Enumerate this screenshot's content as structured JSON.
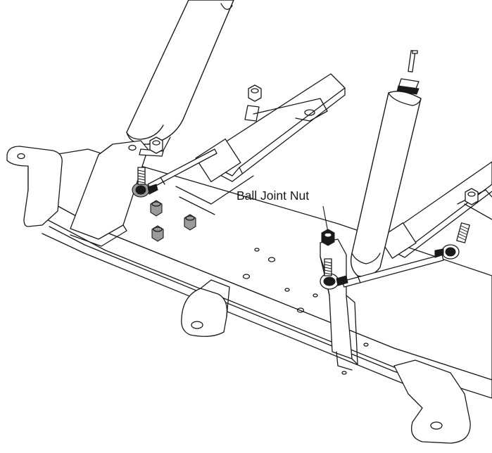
{
  "diagram": {
    "callout_label": "Ball Joint Nut",
    "colors": {
      "line": "#1a1a1a",
      "background": "#ffffff",
      "hardware": "#9a9a9a"
    },
    "parts": [
      "axle-frame",
      "leaf-spring-left",
      "leaf-spring-right",
      "shock-absorber-left",
      "shock-absorber-right",
      "sway-bar-link-left",
      "sway-bar-link-right",
      "ball-joint-nut",
      "bracket-left",
      "bracket-right",
      "frame-nuts"
    ]
  }
}
